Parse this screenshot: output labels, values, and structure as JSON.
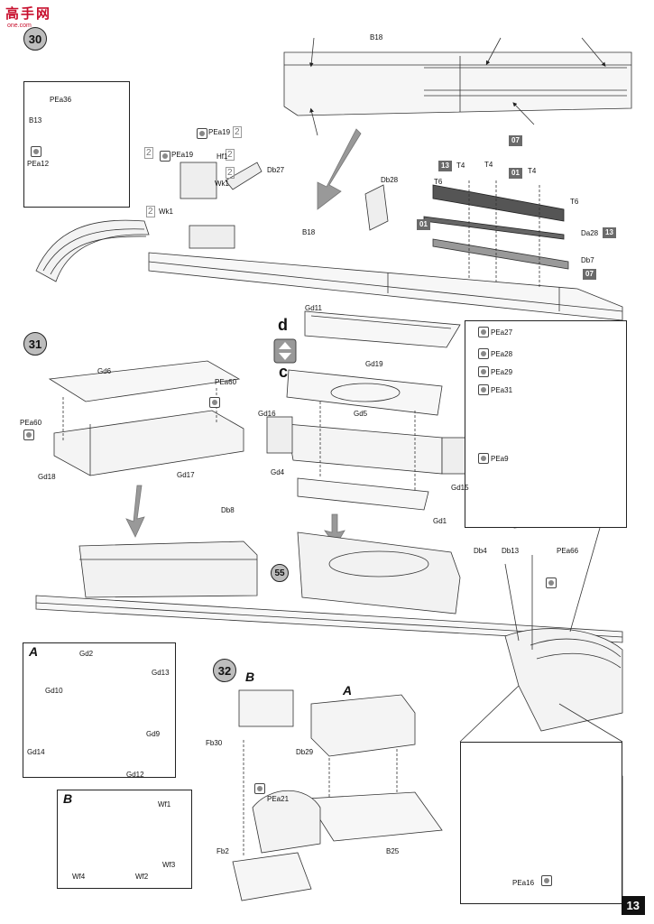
{
  "watermark": {
    "main": "高手网",
    "sub": "one.com"
  },
  "page_number": "13",
  "steps": [
    "30",
    "31",
    "32"
  ],
  "sub_step": "55",
  "sub_views": [
    "A",
    "B"
  ],
  "direction_letters": [
    "d",
    "c"
  ],
  "multiplier": "2",
  "badges": {
    "b13": "13",
    "b07": "07",
    "b01": "01"
  },
  "labels": {
    "B18": "B18",
    "PEa36": "PEa36",
    "B13": "B13",
    "PEa12": "PEa12",
    "PEa19": "PEa19",
    "Hf1": "Hf1",
    "Wk1": "Wk1",
    "Db27": "Db27",
    "Db28": "Db28",
    "T4": "T4",
    "T6": "T6",
    "Da28": "Da28",
    "Db7": "Db7",
    "Gd11": "Gd11",
    "Gd19": "Gd19",
    "Gd16": "Gd16",
    "Gd5": "Gd5",
    "Gd4": "Gd4",
    "Gd15": "Gd15",
    "Gd1": "Gd1",
    "Gd6": "Gd6",
    "PEa60": "PEa60",
    "Gd18": "Gd18",
    "Gd17": "Gd17",
    "PEa27": "PEa27",
    "PEa28": "PEa28",
    "PEa29": "PEa29",
    "PEa31": "PEa31",
    "PEa9": "PEa9",
    "Db8": "Db8",
    "Db4": "Db4",
    "Db13": "Db13",
    "PEa66": "PEa66",
    "Gd2": "Gd2",
    "Gd13": "Gd13",
    "Gd10": "Gd10",
    "Gd9": "Gd9",
    "Gd14": "Gd14",
    "Gd12": "Gd12",
    "Wf1": "Wf1",
    "Wf4": "Wf4",
    "Wf2": "Wf2",
    "Wf3": "Wf3",
    "Fb30": "Fb30",
    "Db29": "Db29",
    "PEa21": "PEa21",
    "Fb2": "Fb2",
    "B25": "B25",
    "PEa16": "PEa16"
  }
}
